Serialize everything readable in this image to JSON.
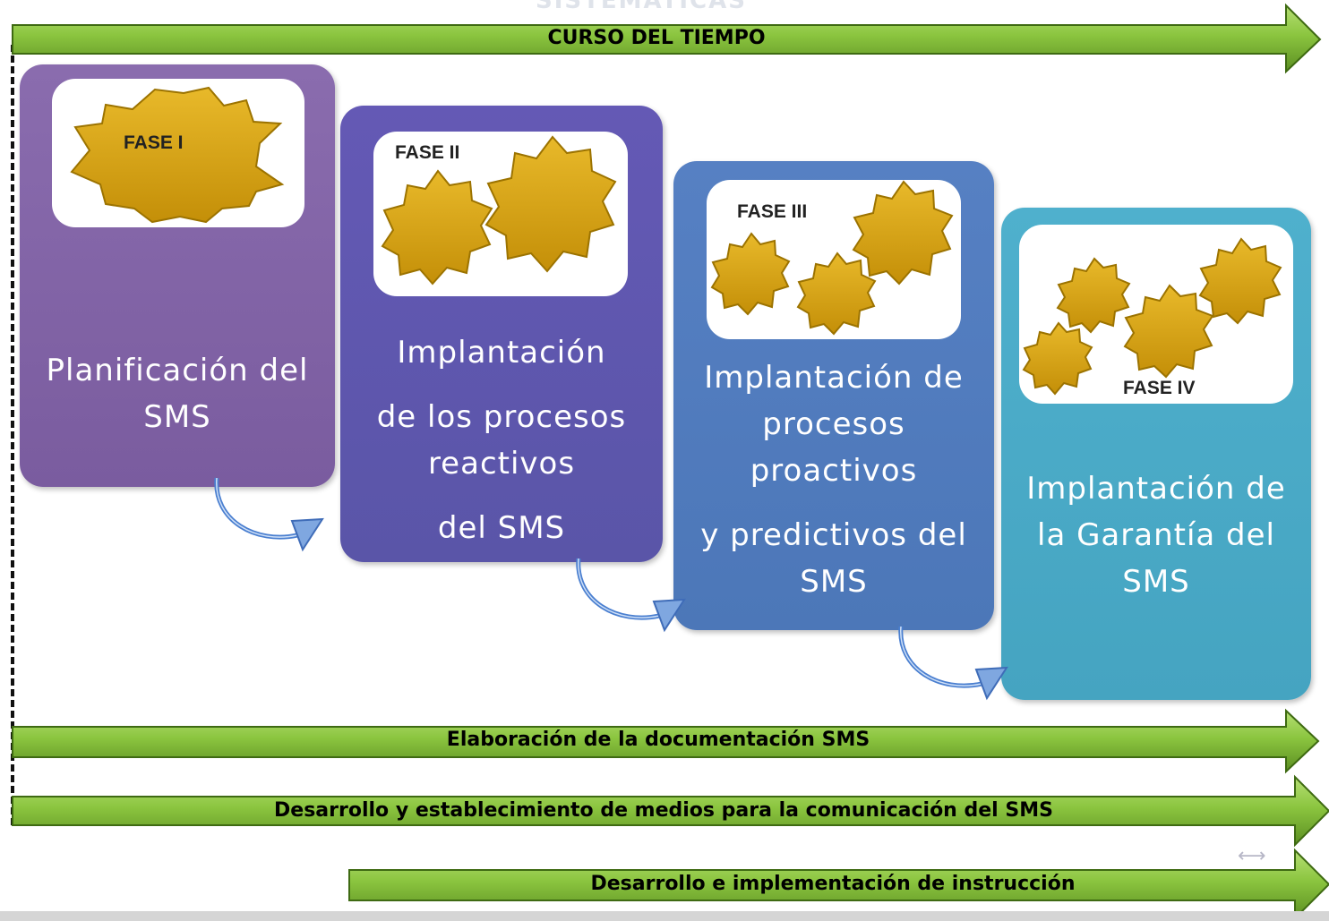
{
  "header": {
    "cut_title": "SISTEMÁTICAS",
    "time_arrow_label": "CURSO DEL TIEMPO"
  },
  "phases": [
    {
      "fase_label": "FASE I",
      "lines": [
        "Planificación del",
        "SMS"
      ],
      "color": "#7f62a3"
    },
    {
      "fase_label": "FASE II",
      "lines": [
        "Implantación",
        "de los procesos",
        "reactivos",
        "del SMS"
      ],
      "color": "#5e57ad"
    },
    {
      "fase_label": "FASE III",
      "lines": [
        "Implantación de",
        "procesos",
        "proactivos",
        "y predictivos del",
        "SMS"
      ],
      "color": "#4f7bbd"
    },
    {
      "fase_label": "FASE IV",
      "lines": [
        "Implantación de",
        "la Garantía  del",
        "SMS"
      ],
      "color": "#4aa8c5"
    }
  ],
  "bottom_arrows": [
    {
      "label": "Elaboración de la documentación SMS"
    },
    {
      "label": "Desarrollo y establecimiento de  medios para la comunicación del SMS"
    },
    {
      "label": "Desarrollo e implementación de instrucción"
    }
  ],
  "colors": {
    "arrow_green": "#8bc53f",
    "gear_gold": "#d6a20c",
    "connector_blue": "#4a7fd0"
  },
  "icons": [
    "gear-icon",
    "curved-arrow-icon",
    "double-arrow-icon"
  ],
  "corner_glyph": "⟷"
}
